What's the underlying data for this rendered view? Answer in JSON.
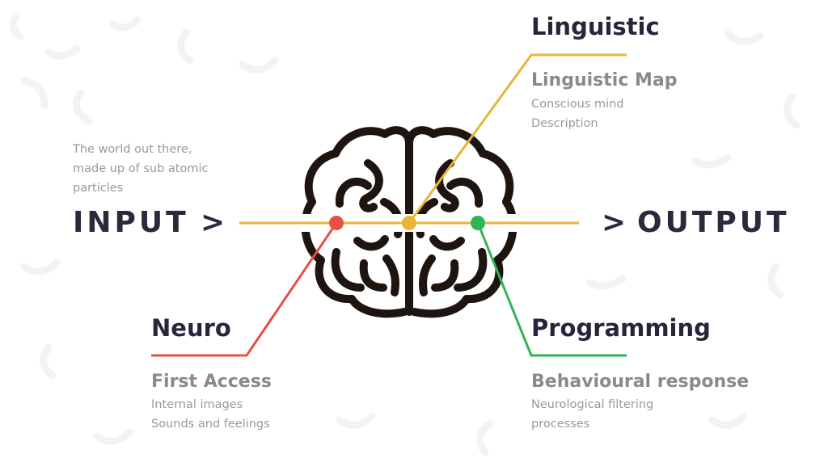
{
  "input": {
    "label": "INPUT",
    "chevron": ">",
    "description": [
      "The world out there,",
      "made up of sub atomic",
      "particles"
    ]
  },
  "output": {
    "label": "OUTPUT",
    "chevron": ">"
  },
  "linguistic": {
    "title": "Linguistic",
    "subtitle": "Linguistic Map",
    "lines": [
      "Conscious mind",
      "Description"
    ],
    "color": "#e8b53a"
  },
  "neuro": {
    "title": "Neuro",
    "subtitle": "First Access",
    "lines": [
      "Internal images",
      "Sounds and feelings"
    ],
    "color": "#e8503f"
  },
  "programming": {
    "title": "Programming",
    "subtitle": "Behavioural response",
    "lines": [
      "Neurological filtering",
      "processes"
    ],
    "color": "#2fb457"
  },
  "colors": {
    "brain": "#1e1410",
    "axis": "#e8b53a"
  }
}
